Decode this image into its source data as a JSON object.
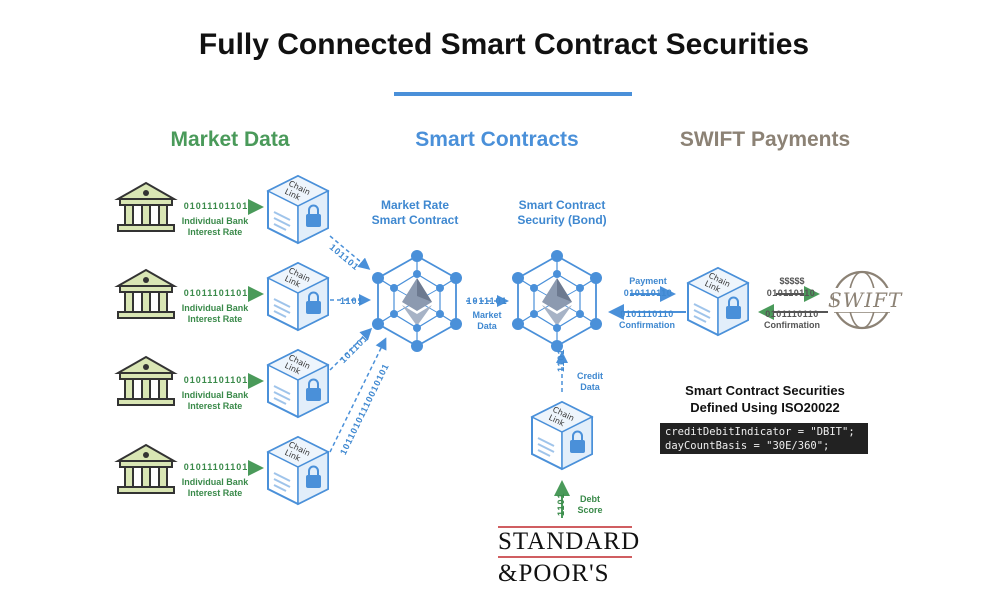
{
  "title": "Fully Connected Smart Contract Securities",
  "columns": {
    "market_data": "Market Data",
    "smart_contracts": "Smart Contracts",
    "swift_payments": "SWIFT Payments"
  },
  "banks": [
    {
      "bits": "01011101101",
      "label_line1": "Individual Bank",
      "label_line2": "Interest Rate"
    },
    {
      "bits": "01011101101",
      "label_line1": "Individual Bank",
      "label_line2": "Interest Rate"
    },
    {
      "bits": "01011101101",
      "label_line1": "Individual Bank",
      "label_line2": "Interest Rate"
    },
    {
      "bits": "01011101101",
      "label_line1": "Individual Bank",
      "label_line2": "Interest Rate"
    }
  ],
  "chainlink_label_line1": "Chain",
  "chainlink_label_line2": "Link",
  "link_bits": [
    "101101",
    "1101",
    "101101",
    "10110101110010101"
  ],
  "market_rate": {
    "line1": "Market Rate",
    "line2": "Smart Contract"
  },
  "bond": {
    "line1": "Smart Contract",
    "line2": "Security (Bond)"
  },
  "market_data_link": {
    "bits": "1011101",
    "line1": "Market",
    "line2": "Data"
  },
  "payment": {
    "label": "Payment",
    "bits": "010110110"
  },
  "confirmation_left": {
    "bits": "0101110110",
    "label": "Confirmation"
  },
  "swift_side": {
    "dollars": "$$$$$",
    "bits": "010110110",
    "bits2": "0101110110",
    "label": "Confirmation"
  },
  "swift_logo_text": "SWIFT",
  "credit": {
    "bits": "1101",
    "line1": "Credit",
    "line2": "Data"
  },
  "debt": {
    "bits": "1101",
    "line1": "Debt",
    "line2": "Score"
  },
  "iso": {
    "line1": "Smart Contract Securities",
    "line2": "Defined Using ISO20022",
    "code_line1": "creditDebitIndicator = \"DBIT\";",
    "code_line2": "dayCountBasis = \"30E/360\";"
  },
  "sp_logo": {
    "line1": "STANDARD",
    "line2": "&POOR'S"
  },
  "colors": {
    "green": "#4a9a5a",
    "blue": "#4a90d9",
    "brown": "#8c8275",
    "bank_fill": "#d9e6b4",
    "bank_stroke": "#333333"
  }
}
